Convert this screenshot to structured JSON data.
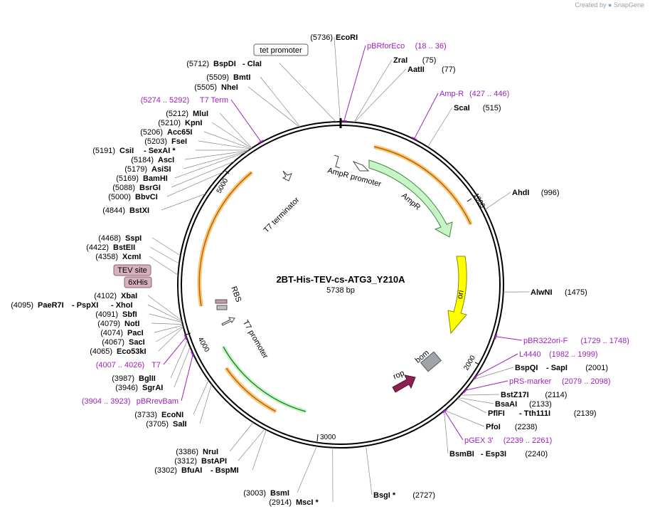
{
  "credit": {
    "created_by": "Created by",
    "brand": "SnapGene"
  },
  "plasmid": {
    "name": "2BT-His-TEV-cs-ATG3_Y210A",
    "size_label": "5738 bp",
    "length": 5738
  },
  "ticks": [
    "1000",
    "2000",
    "3000",
    "4000",
    "5000"
  ],
  "features": [
    {
      "id": "ampr-promoter",
      "label": "AmpR promoter"
    },
    {
      "id": "ampr",
      "label": "AmpR"
    },
    {
      "id": "ori",
      "label": "ori"
    },
    {
      "id": "bom",
      "label": "bom"
    },
    {
      "id": "rop",
      "label": "rop"
    },
    {
      "id": "t7-promoter",
      "label": "T7 promoter"
    },
    {
      "id": "rbs",
      "label": "RBS"
    },
    {
      "id": "t7-terminator",
      "label": "T7 terminator"
    },
    {
      "id": "tet-promoter",
      "label": "tet promoter"
    },
    {
      "id": "tev-site",
      "label": "TEV site"
    },
    {
      "id": "6xhis",
      "label": "6xHis"
    }
  ],
  "right_sites": [
    {
      "pos": "(5736)",
      "name": "EcoRI"
    },
    {
      "pos": "",
      "name": "pBRforEco",
      "range": "(18 .. 36)",
      "primer": true
    },
    {
      "pos": "(75)",
      "name": "ZraI"
    },
    {
      "pos": "(77)",
      "name": "AatII"
    },
    {
      "pos": "",
      "name": "Amp-R",
      "range": "(427 .. 446)",
      "primer": true
    },
    {
      "pos": "(515)",
      "name": "ScaI"
    },
    {
      "pos": "(996)",
      "name": "AhdI"
    },
    {
      "pos": "(1475)",
      "name": "AlwNI"
    },
    {
      "pos": "",
      "name": "pBR322ori-F",
      "range": "(1729 .. 1748)",
      "primer": true
    },
    {
      "pos": "",
      "name": "L4440",
      "range": "(1982 .. 1999)",
      "primer": true
    },
    {
      "pos": "(2001)",
      "name": "BspQI",
      "alt": "SapI"
    },
    {
      "pos": "",
      "name": "pRS-marker",
      "range": "(2079 .. 2098)",
      "primer": true
    },
    {
      "pos": "(2114)",
      "name": "BstZ17I"
    },
    {
      "pos": "(2133)",
      "name": "BsaAI"
    },
    {
      "pos": "(2139)",
      "name": "PflFI",
      "alt": "Tth111I"
    },
    {
      "pos": "(2238)",
      "name": "PfoI"
    },
    {
      "pos": "",
      "name": "pGEX 3'",
      "range": "(2239 .. 2261)",
      "primer": true
    },
    {
      "pos": "(2240)",
      "name": "BsmBI",
      "alt": "Esp3I"
    },
    {
      "pos": "(2727)",
      "name": "BsgI *"
    }
  ],
  "left_sites": [
    {
      "pos": "(5712)",
      "name": "BspDI",
      "alt": "ClaI"
    },
    {
      "pos": "(5509)",
      "name": "BmtI"
    },
    {
      "pos": "(5505)",
      "name": "NheI"
    },
    {
      "pos": "",
      "name": "T7 Term",
      "range": "(5274 .. 5292)",
      "primer": true
    },
    {
      "pos": "(5212)",
      "name": "MluI"
    },
    {
      "pos": "(5210)",
      "name": "KpnI"
    },
    {
      "pos": "(5206)",
      "name": "Acc65I"
    },
    {
      "pos": "(5203)",
      "name": "FseI"
    },
    {
      "pos": "(5191)",
      "name": "CsiI",
      "alt": "SexAI *"
    },
    {
      "pos": "(5184)",
      "name": "AscI"
    },
    {
      "pos": "(5179)",
      "name": "AsiSI"
    },
    {
      "pos": "(5169)",
      "name": "BamHI"
    },
    {
      "pos": "(5088)",
      "name": "BsrGI"
    },
    {
      "pos": "(5000)",
      "name": "BbvCI"
    },
    {
      "pos": "(4844)",
      "name": "BstXI"
    },
    {
      "pos": "(4468)",
      "name": "SspI"
    },
    {
      "pos": "(4422)",
      "name": "BstEII"
    },
    {
      "pos": "(4358)",
      "name": "XcmI"
    },
    {
      "pos": "(4102)",
      "name": "XbaI"
    },
    {
      "pos": "(4095)",
      "name": "PaeR7I",
      "alt": "PspXI",
      "alt2": "XhoI"
    },
    {
      "pos": "(4091)",
      "name": "SbfI"
    },
    {
      "pos": "(4079)",
      "name": "NotI"
    },
    {
      "pos": "(4074)",
      "name": "PacI"
    },
    {
      "pos": "(4067)",
      "name": "SacI"
    },
    {
      "pos": "(4065)",
      "name": "Eco53kI"
    },
    {
      "pos": "",
      "name": "T7",
      "range": "(4007 .. 4026)",
      "primer": true
    },
    {
      "pos": "(3987)",
      "name": "BglII"
    },
    {
      "pos": "(3946)",
      "name": "SgrAI"
    },
    {
      "pos": "",
      "name": "pBRrevBam",
      "range": "(3904 .. 3923)",
      "primer": true
    },
    {
      "pos": "(3733)",
      "name": "EcoNI"
    },
    {
      "pos": "(3705)",
      "name": "SalI"
    },
    {
      "pos": "(3386)",
      "name": "NruI"
    },
    {
      "pos": "(3312)",
      "name": "BstAPI"
    },
    {
      "pos": "(3302)",
      "name": "BfuAI",
      "alt": "BspMI"
    },
    {
      "pos": "(3003)",
      "name": "BsmI"
    },
    {
      "pos": "(2914)",
      "name": "MscI *"
    }
  ],
  "colors": {
    "primer": "#a020c0",
    "enzyme": "#000000",
    "ampr_fill": "#c8f5c8",
    "ori_fill": "#ffff00",
    "rop_fill": "#8b2252",
    "bom_fill": "#a0a4a8",
    "orf_glow": "#f5c878",
    "orf_stroke": "#c06000"
  }
}
